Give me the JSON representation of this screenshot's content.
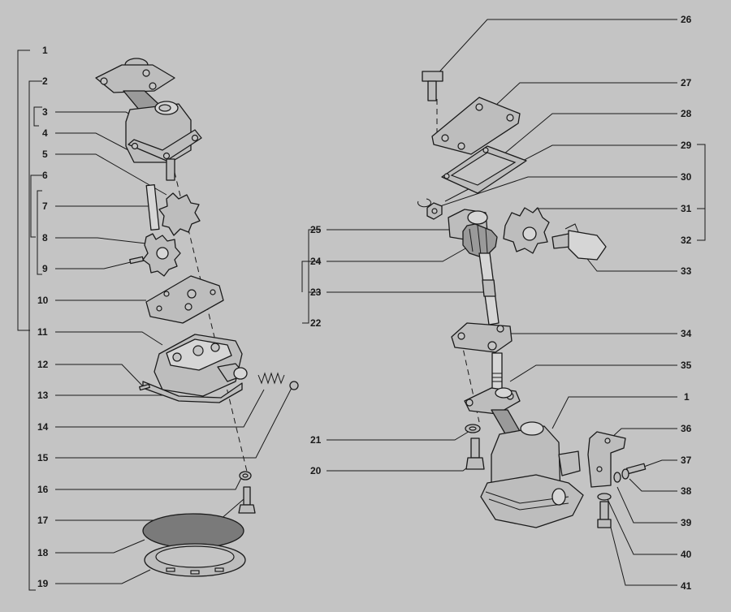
{
  "callouts": {
    "n1": "1",
    "n2": "2",
    "n3": "3",
    "n4": "4",
    "n5": "5",
    "n6": "6",
    "n7": "7",
    "n8": "8",
    "n9": "9",
    "n10": "10",
    "n11": "11",
    "n12": "12",
    "n13": "13",
    "n14": "14",
    "n15": "15",
    "n16": "16",
    "n17": "17",
    "n18": "18",
    "n19": "19",
    "n20": "20",
    "n21": "21",
    "n22": "22",
    "n23": "23",
    "n24": "24",
    "n25": "25",
    "n26": "26",
    "n27": "27",
    "n28": "28",
    "n29": "29",
    "n30": "30",
    "n31": "31",
    "n32": "32",
    "n33": "33",
    "n34": "34",
    "n35": "35",
    "n36": "36",
    "n37": "37",
    "n38": "38",
    "n39": "39",
    "n40": "40",
    "n41": "41"
  },
  "colors": {
    "background": "#c4c4c4",
    "line": "#1a1a1a",
    "strainer_mesh": "#7a7a7a"
  }
}
